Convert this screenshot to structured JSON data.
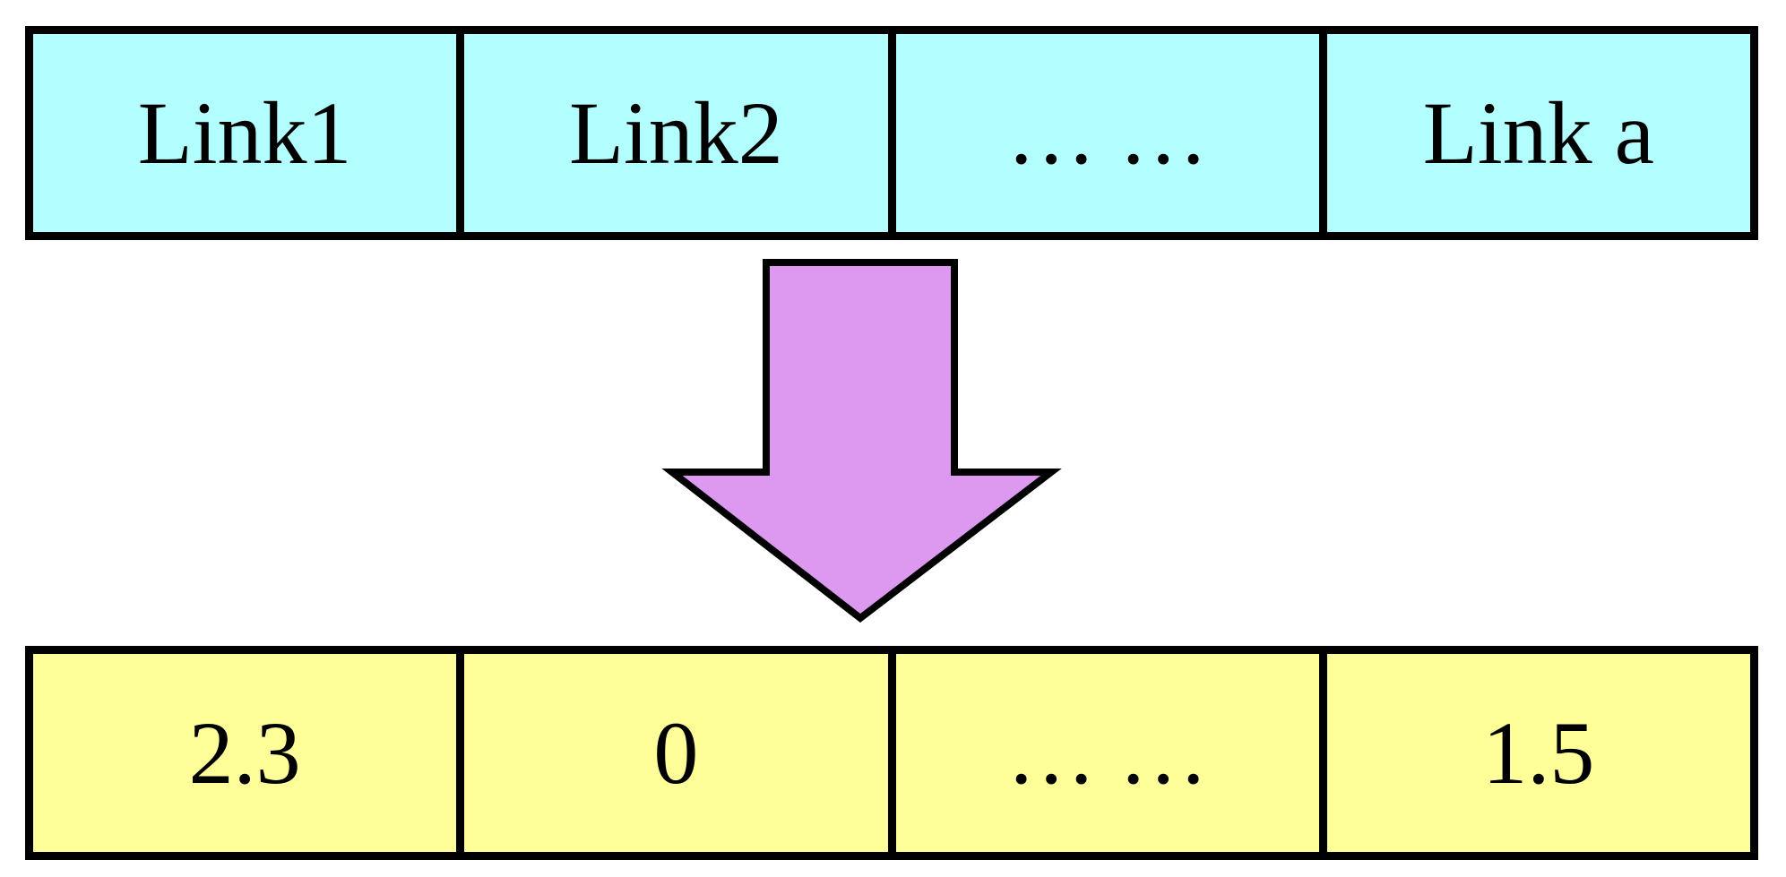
{
  "diagram": {
    "description": "Mapping of links to numeric values",
    "top_row": {
      "color": "#B3FFFF",
      "cells": [
        "Link1",
        "Link2",
        "… …",
        "Link a"
      ]
    },
    "arrow": {
      "direction": "down",
      "color": "#DD99F0",
      "outline_color": "#000000"
    },
    "bottom_row": {
      "color": "#FFFF99",
      "cells": [
        "2.3",
        "0",
        "… …",
        "1.5"
      ]
    },
    "mapping": [
      {
        "link": "Link1",
        "value": "2.3"
      },
      {
        "link": "Link2",
        "value": "0"
      },
      {
        "link": "… …",
        "value": "… …"
      },
      {
        "link": "Link a",
        "value": "1.5"
      }
    ]
  }
}
